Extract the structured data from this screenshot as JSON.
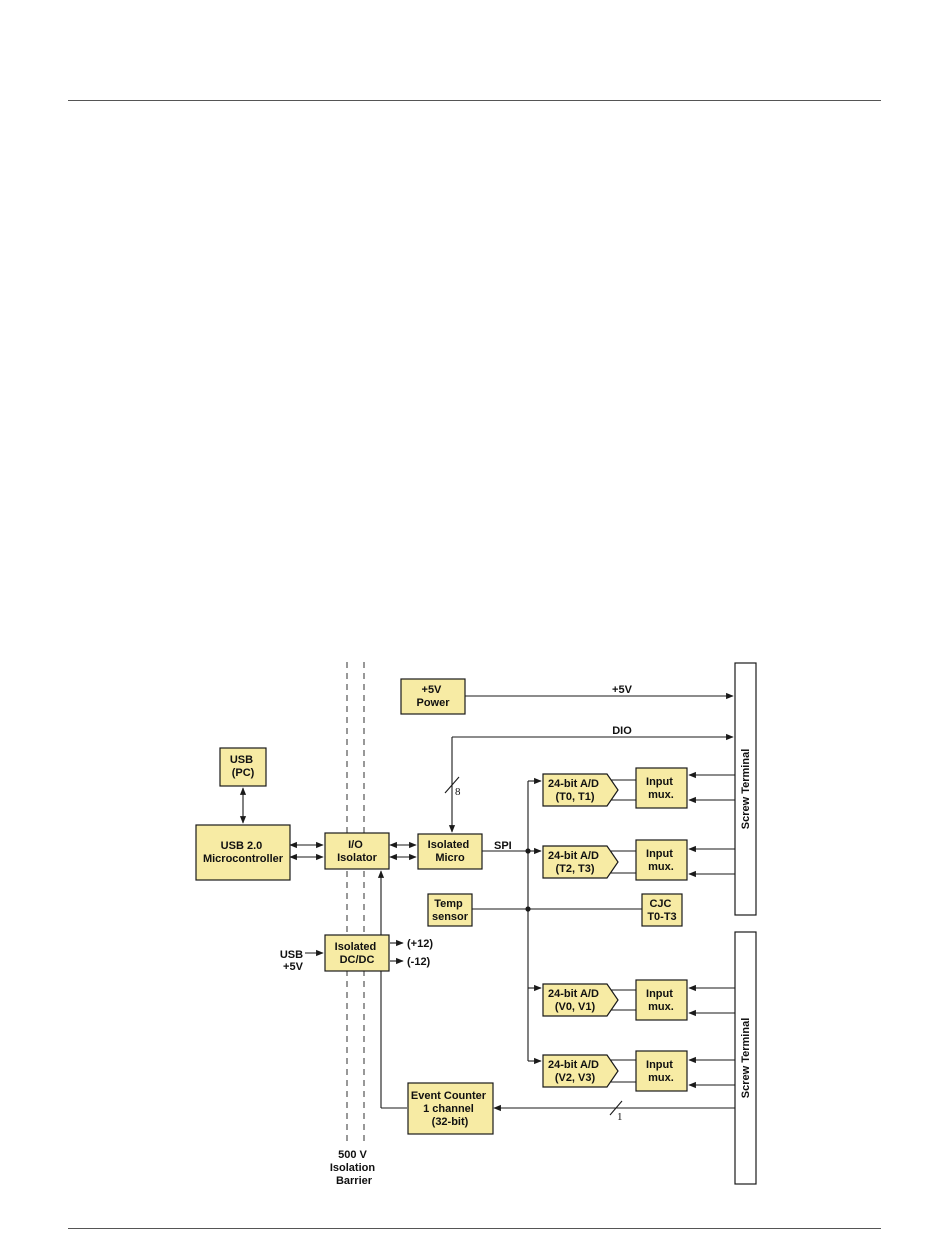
{
  "blocks": {
    "power_5v": [
      "+5V",
      "Power"
    ],
    "usb_pc": [
      "USB",
      "(PC)"
    ],
    "usb_micro": [
      "USB 2.0",
      "Microcontroller"
    ],
    "io_isolator": [
      "I/O",
      "Isolator"
    ],
    "isolated_micro": [
      "Isolated",
      "Micro"
    ],
    "temp_sensor": [
      "Temp",
      "sensor"
    ],
    "isolated_dcdc": [
      "Isolated",
      "DC/DC"
    ],
    "event_counter": [
      "Event Counter",
      "1 channel",
      "(32-bit)"
    ],
    "cjc": [
      "CJC",
      "T0-T3"
    ],
    "adc_t0": [
      "24-bit A/D",
      "(T0, T1)"
    ],
    "adc_t2": [
      "24-bit A/D",
      "(T2, T3)"
    ],
    "adc_v0": [
      "24-bit A/D",
      "(V0, V1)"
    ],
    "adc_v2": [
      "24-bit A/D",
      "(V2, V3)"
    ],
    "mux_1": [
      "Input",
      "mux."
    ],
    "mux_2": [
      "Input",
      "mux."
    ],
    "mux_3": [
      "Input",
      "mux."
    ],
    "mux_4": [
      "Input",
      "mux."
    ]
  },
  "terminals": {
    "top": "Screw Terminal",
    "bottom": "Screw Terminal"
  },
  "labels": {
    "plus5v_line": "+5V",
    "dio": "DIO",
    "spi": "SPI",
    "bus_width_8": "8",
    "bus_width_1": "1",
    "plus12": "(+12)",
    "minus12": "(-12)",
    "usb_5v": [
      "USB",
      "+5V"
    ],
    "isolation": [
      "500 V",
      "Isolation",
      "Barrier"
    ]
  }
}
